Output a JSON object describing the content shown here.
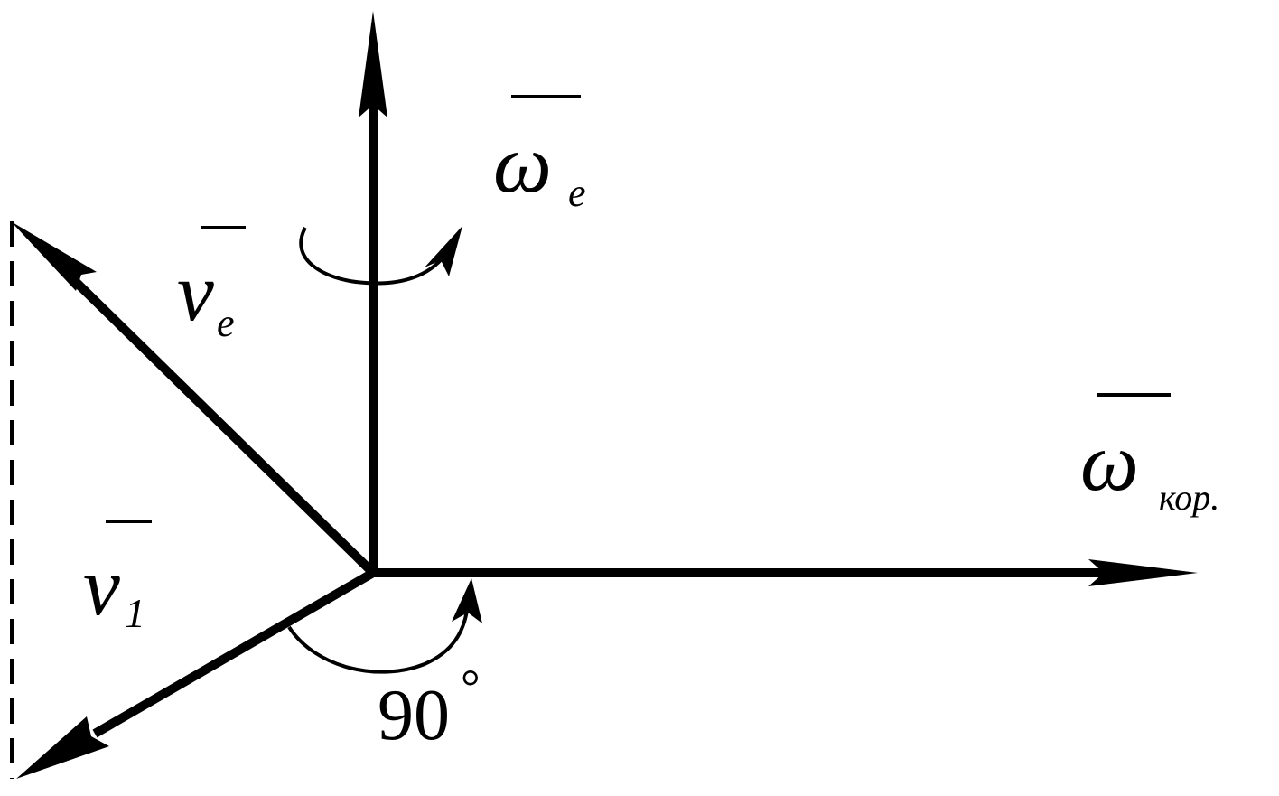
{
  "labels": {
    "omega_e": {
      "symbol": "ω",
      "subscript": "e"
    },
    "omega_kor": {
      "symbol": "ω",
      "subscript": "кор."
    },
    "v_e": {
      "symbol": "v",
      "subscript": "e"
    },
    "v_1": {
      "symbol": "v",
      "subscript": "1"
    },
    "angle": {
      "value": "90",
      "unit": "°"
    }
  },
  "colors": {
    "ink": "#000000",
    "background": "#ffffff"
  }
}
